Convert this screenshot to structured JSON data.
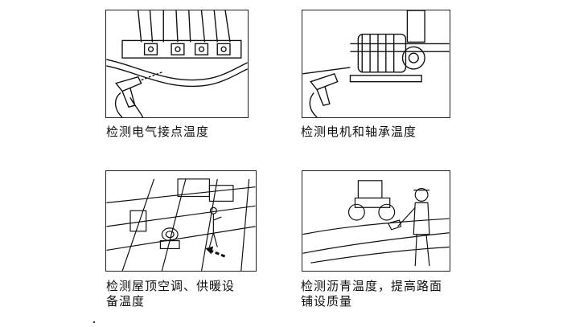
{
  "panels": [
    {
      "caption": [
        "检测电气接点温度"
      ]
    },
    {
      "caption": [
        "检测电机和轴承温度"
      ]
    },
    {
      "caption": [
        "检测屋顶空调、供暖设",
        "备温度"
      ]
    },
    {
      "caption": [
        "检测沥青温度，提高路面",
        "铺设质量"
      ]
    }
  ]
}
